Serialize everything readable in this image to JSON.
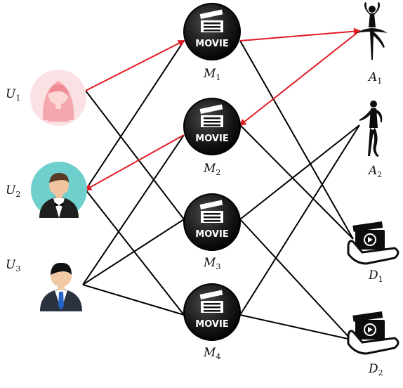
{
  "colors": {
    "edge": "#000000",
    "highlight": "#e01b24",
    "movie_badge": "#111111",
    "user1_bg": "#fbe1e3",
    "user2_bg": "#6fcfcc"
  },
  "users": [
    {
      "letter": "U",
      "sub": "1",
      "icon": "user-female-icon"
    },
    {
      "letter": "U",
      "sub": "2",
      "icon": "user-waiter-icon"
    },
    {
      "letter": "U",
      "sub": "3",
      "icon": "user-businessman-icon"
    }
  ],
  "movies": [
    {
      "letter": "M",
      "sub": "1",
      "badge": "MOVIE",
      "icon": "clapperboard-icon"
    },
    {
      "letter": "M",
      "sub": "2",
      "badge": "MOVIE",
      "icon": "clapperboard-icon"
    },
    {
      "letter": "M",
      "sub": "3",
      "badge": "MOVIE",
      "icon": "clapperboard-icon"
    },
    {
      "letter": "M",
      "sub": "4",
      "badge": "MOVIE",
      "icon": "clapperboard-icon"
    }
  ],
  "actors": [
    {
      "letter": "A",
      "sub": "1",
      "icon": "ballerina-icon"
    },
    {
      "letter": "A",
      "sub": "2",
      "icon": "dancer-icon"
    }
  ],
  "directors": [
    {
      "letter": "D",
      "sub": "1",
      "icon": "hand-clapperboard-icon"
    },
    {
      "letter": "D",
      "sub": "2",
      "icon": "hand-clapperboard-icon"
    }
  ],
  "edges": [
    {
      "from": "U1",
      "to": "M3",
      "highlight": false
    },
    {
      "from": "U2",
      "to": "M1",
      "highlight": false
    },
    {
      "from": "U2",
      "to": "M4",
      "highlight": false
    },
    {
      "from": "U3",
      "to": "M2",
      "highlight": false
    },
    {
      "from": "U3",
      "to": "M3",
      "highlight": false
    },
    {
      "from": "U3",
      "to": "M4",
      "highlight": false
    },
    {
      "from": "M1",
      "to": "D1",
      "highlight": false
    },
    {
      "from": "M2",
      "to": "D1",
      "highlight": false
    },
    {
      "from": "M3",
      "to": "A2",
      "highlight": false
    },
    {
      "from": "M3",
      "to": "D2",
      "highlight": false
    },
    {
      "from": "M4",
      "to": "A2",
      "highlight": false
    },
    {
      "from": "M4",
      "to": "D2",
      "highlight": false
    },
    {
      "from": "U1",
      "to": "M1",
      "highlight": true
    },
    {
      "from": "M1",
      "to": "A1",
      "highlight": true
    },
    {
      "from": "A1",
      "to": "M2",
      "highlight": true
    },
    {
      "from": "M2",
      "to": "U2",
      "highlight": true
    }
  ]
}
